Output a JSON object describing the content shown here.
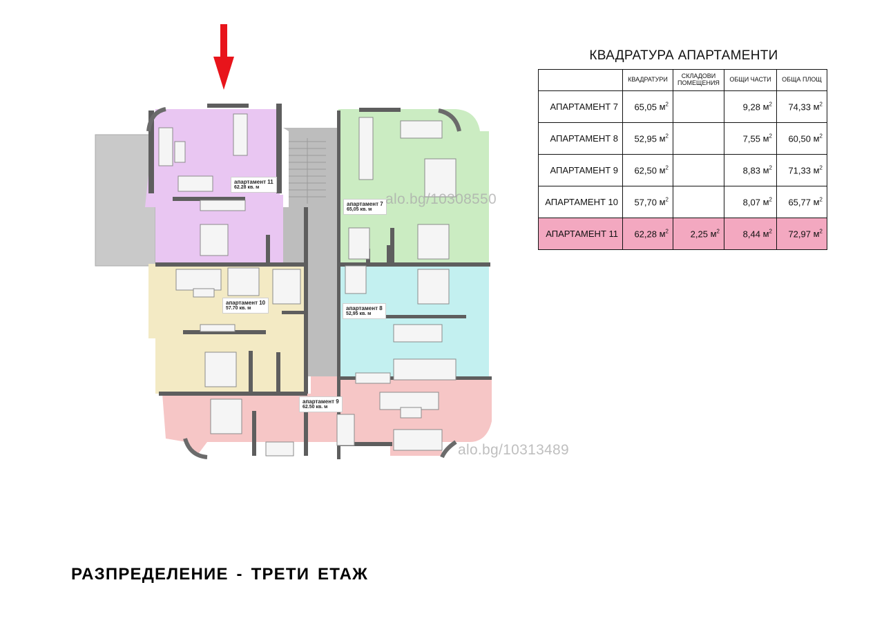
{
  "table": {
    "title": "КВАДРАТУРА АПАРТАМЕНТИ",
    "headers": [
      "",
      "КВАДРАТУРИ",
      "СКЛАДОВИ ПОМЕЩЕНИЯ",
      "ОБЩИ ЧАСТИ",
      "ОБЩА ПЛОЩ"
    ],
    "unit_suffix": "м",
    "rows": [
      {
        "name": "АПАРТАМЕНТ 7",
        "area": "65,05",
        "storage": "",
        "common": "9,28",
        "total": "74,33"
      },
      {
        "name": "АПАРТАМЕНТ 8",
        "area": "52,95",
        "storage": "",
        "common": "7,55",
        "total": "60,50"
      },
      {
        "name": "АПАРТАМЕНТ 9",
        "area": "62,50",
        "storage": "",
        "common": "8,83",
        "total": "71,33"
      },
      {
        "name": "АПАРТАМЕНТ 10",
        "area": "57,70",
        "storage": "",
        "common": "8,07",
        "total": "65,77"
      },
      {
        "name": "АПАРТАМЕНТ 11",
        "area": "62,28",
        "storage": "2,25",
        "common": "8,44",
        "total": "72,97",
        "highlight": true
      }
    ],
    "highlight_color": "#f3a8c0"
  },
  "plan": {
    "units": [
      {
        "name": "апартамент 11",
        "area": "62.28 кв. м",
        "color": "#e9c6f2"
      },
      {
        "name": "апартамент 7",
        "area": "65,05 кв. м",
        "color": "#cbecc2"
      },
      {
        "name": "апартамент 10",
        "area": "57.70 кв. м",
        "color": "#f3eac4"
      },
      {
        "name": "апартамент 8",
        "area": "52,95 кв. м",
        "color": "#c3f0f0"
      },
      {
        "name": "апартамент 9",
        "area": "62.50 кв. м",
        "color": "#f6c6c6"
      }
    ],
    "watermarks": [
      "alo.bg/10308550",
      "alo.bg/10313489"
    ],
    "arrow_color": "#e8141b"
  },
  "footer": {
    "title": "РАЗПРЕДЕЛЕНИЕ - ТРЕТИ  ЕТАЖ"
  }
}
